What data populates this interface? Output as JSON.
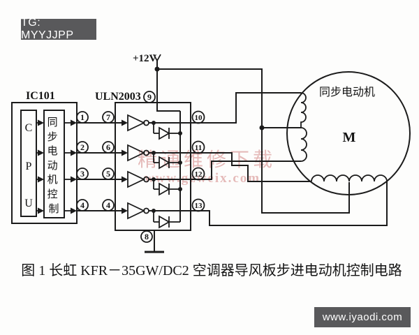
{
  "badges": {
    "top_left": "TG: MYYJJPP",
    "bottom_right": "www.iyaodi.com"
  },
  "diagram": {
    "power_label": "+12V",
    "ic101": {
      "label": "IC101",
      "cpu_letters": [
        "C",
        "P",
        "U"
      ],
      "control_chars": [
        "同",
        "步",
        "电",
        "动",
        "机",
        "控",
        "制"
      ]
    },
    "uln": {
      "label": "ULN2003",
      "top_pin": "9",
      "bottom_pin": "8",
      "outer_pins": [
        "1",
        "2",
        "3",
        "4"
      ],
      "input_pins": [
        "7",
        "6",
        "5",
        "4"
      ],
      "output_pins": [
        "10",
        "11",
        "12",
        "13"
      ]
    },
    "motor": {
      "label": "同步电动机",
      "symbol": "M"
    },
    "watermark": {
      "line1": "精通维修下载",
      "line2": "www.gzweix.com"
    },
    "caption": "图 1  长虹 KFR－35GW/DC2 空调器导风板步进电动机控制电路"
  },
  "colors": {
    "badge_bg": "#59595b",
    "line": "#1b1b1b",
    "watermark_red": "#c0504d"
  }
}
